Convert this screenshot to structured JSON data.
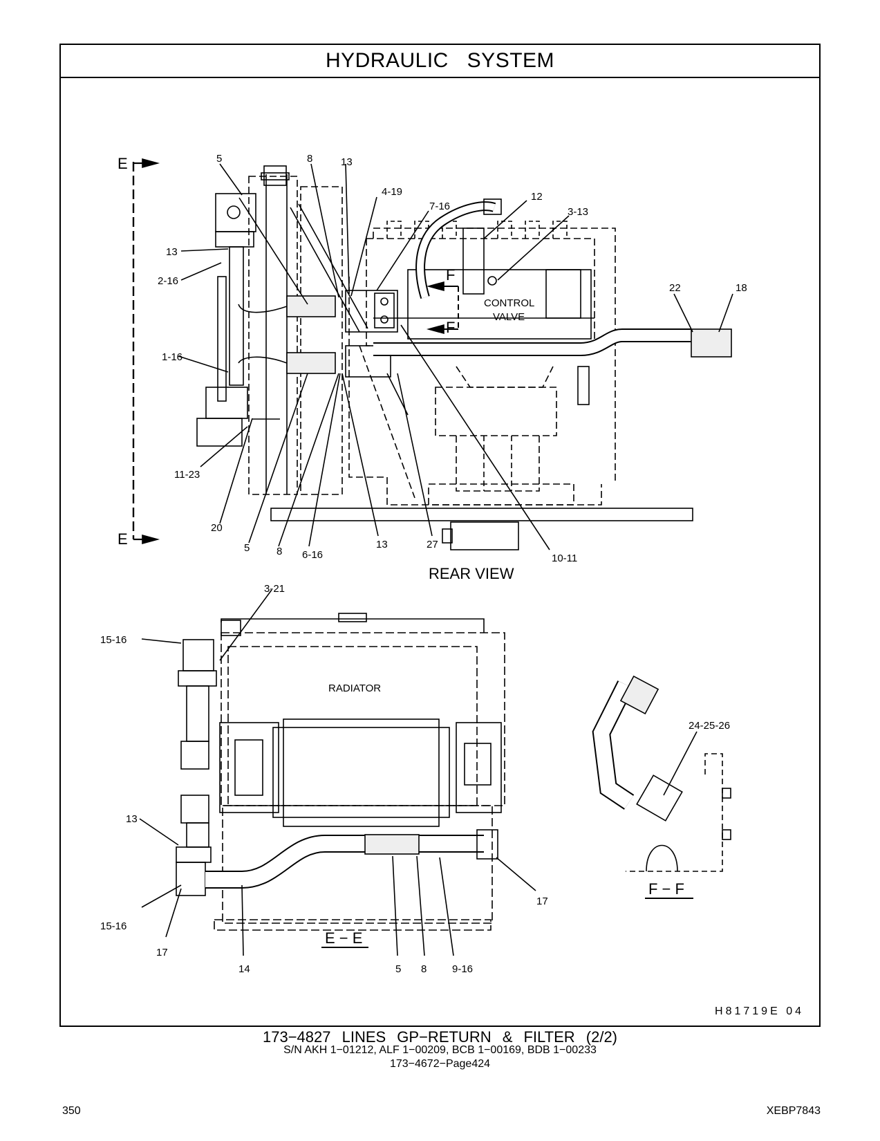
{
  "title": "HYDRAULIC   SYSTEM",
  "view_labels": {
    "rear_view": "REAR VIEW",
    "section_e": "E − E",
    "section_f": "F − F",
    "e_marker": "E",
    "f_marker": "F"
  },
  "component_labels": {
    "control_valve_line1": "CONTROL",
    "control_valve_line2": "VALVE",
    "radiator": "RADIATOR"
  },
  "callouts_rear": [
    "5",
    "8",
    "13",
    "4-19",
    "7-16",
    "12",
    "3-13",
    "22",
    "18",
    "13",
    "2-16",
    "1-16",
    "11-23",
    "20",
    "5",
    "8",
    "6-16",
    "13",
    "27",
    "10-11"
  ],
  "callouts_ee": [
    "3-21",
    "15-16",
    "13",
    "15-16",
    "17",
    "14",
    "5",
    "8",
    "9-16",
    "17"
  ],
  "callouts_ff": [
    "24-25-26"
  ],
  "drawing_ref": "H81719E   04",
  "caption": {
    "line1": "173−4827   LINES  GP−RETURN  &  FILTER (2/2)",
    "line2": "S/N AKH 1−01212, ALF 1−00209, BCB 1−00169, BDB 1−00233",
    "line3": "173−4672−Page424"
  },
  "page_number": "350",
  "doc_code": "XEBP7843"
}
